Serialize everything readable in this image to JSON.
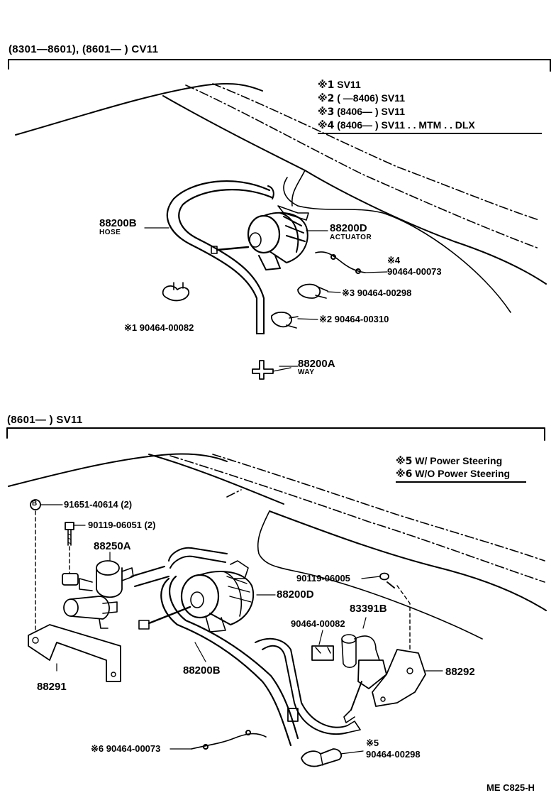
{
  "section1": {
    "header": "(8301—8601), (8601—        ) CV11",
    "legend": [
      {
        "mark": "※1",
        "text": "SV11"
      },
      {
        "mark": "※2",
        "text": "(        —8406) SV11"
      },
      {
        "mark": "※3",
        "text": "(8406—          ) SV11"
      },
      {
        "mark": "※4",
        "text": "(8406—          ) SV11 . . MTM . . DLX"
      }
    ],
    "labels": {
      "hose_part": "88200B",
      "hose_name": "HOSE",
      "actuator_part": "88200D",
      "actuator_name": "ACTUATOR",
      "clamp4_mark": "※4",
      "clamp4_part": "90464-00073",
      "clamp3": "※3  90464-00298",
      "clamp2": "※2   90464-00310",
      "clamp1": "※1  90464-00082",
      "way_part": "88200A",
      "way_name": "WAY"
    }
  },
  "section2": {
    "header": "(8601—        ) SV11",
    "legend": [
      {
        "mark": "※5",
        "text": "W/ Power Steering"
      },
      {
        "mark": "※6",
        "text": "W/O Power Steering"
      }
    ],
    "labels": {
      "nut_mark": "B",
      "nut": "91651-40614 (2)",
      "bolt": "90119-06051 (2)",
      "vsv": "88250A",
      "bracket_left": "88291",
      "hose": "88200B",
      "actuator": "88200D",
      "bolt_right": "90119-06005",
      "sensor": "83391B",
      "clamp82": "90464-00082",
      "bracket_right": "88292",
      "clamp73": "※6 90464-00073",
      "clamp5_mark": "※5",
      "clamp5_part": "90464-00298"
    }
  },
  "footer": "ME  C825-H"
}
